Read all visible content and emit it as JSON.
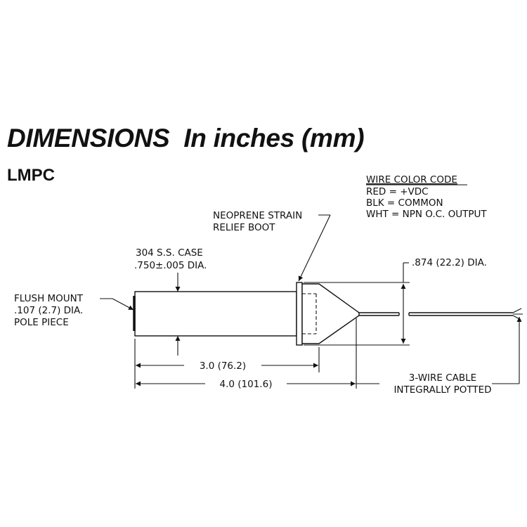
{
  "title": "DIMENSIONS  In inches (mm)",
  "model": "LMPC",
  "wire_color_code": {
    "heading": "WIRE COLOR CODE",
    "lines": [
      "RED = +VDC",
      "BLK = COMMON",
      "WHT = NPN O.C. OUTPUT"
    ]
  },
  "callouts": {
    "strain_relief": [
      "NEOPRENE STRAIN",
      "RELIEF BOOT"
    ],
    "case": [
      "304 S.S. CASE",
      ".750±.005 DIA."
    ],
    "boot_diameter": ".874 (22.2) DIA.",
    "pole_piece": [
      "FLUSH MOUNT",
      ".107 (2.7) DIA.",
      "POLE PIECE"
    ],
    "cable": [
      "3-WIRE CABLE",
      "INTEGRALLY POTTED"
    ]
  },
  "dimensions": {
    "case_length": "3.0 (76.2)",
    "overall_length": "4.0 (101.6)"
  },
  "colors": {
    "line": "#111111"
  }
}
